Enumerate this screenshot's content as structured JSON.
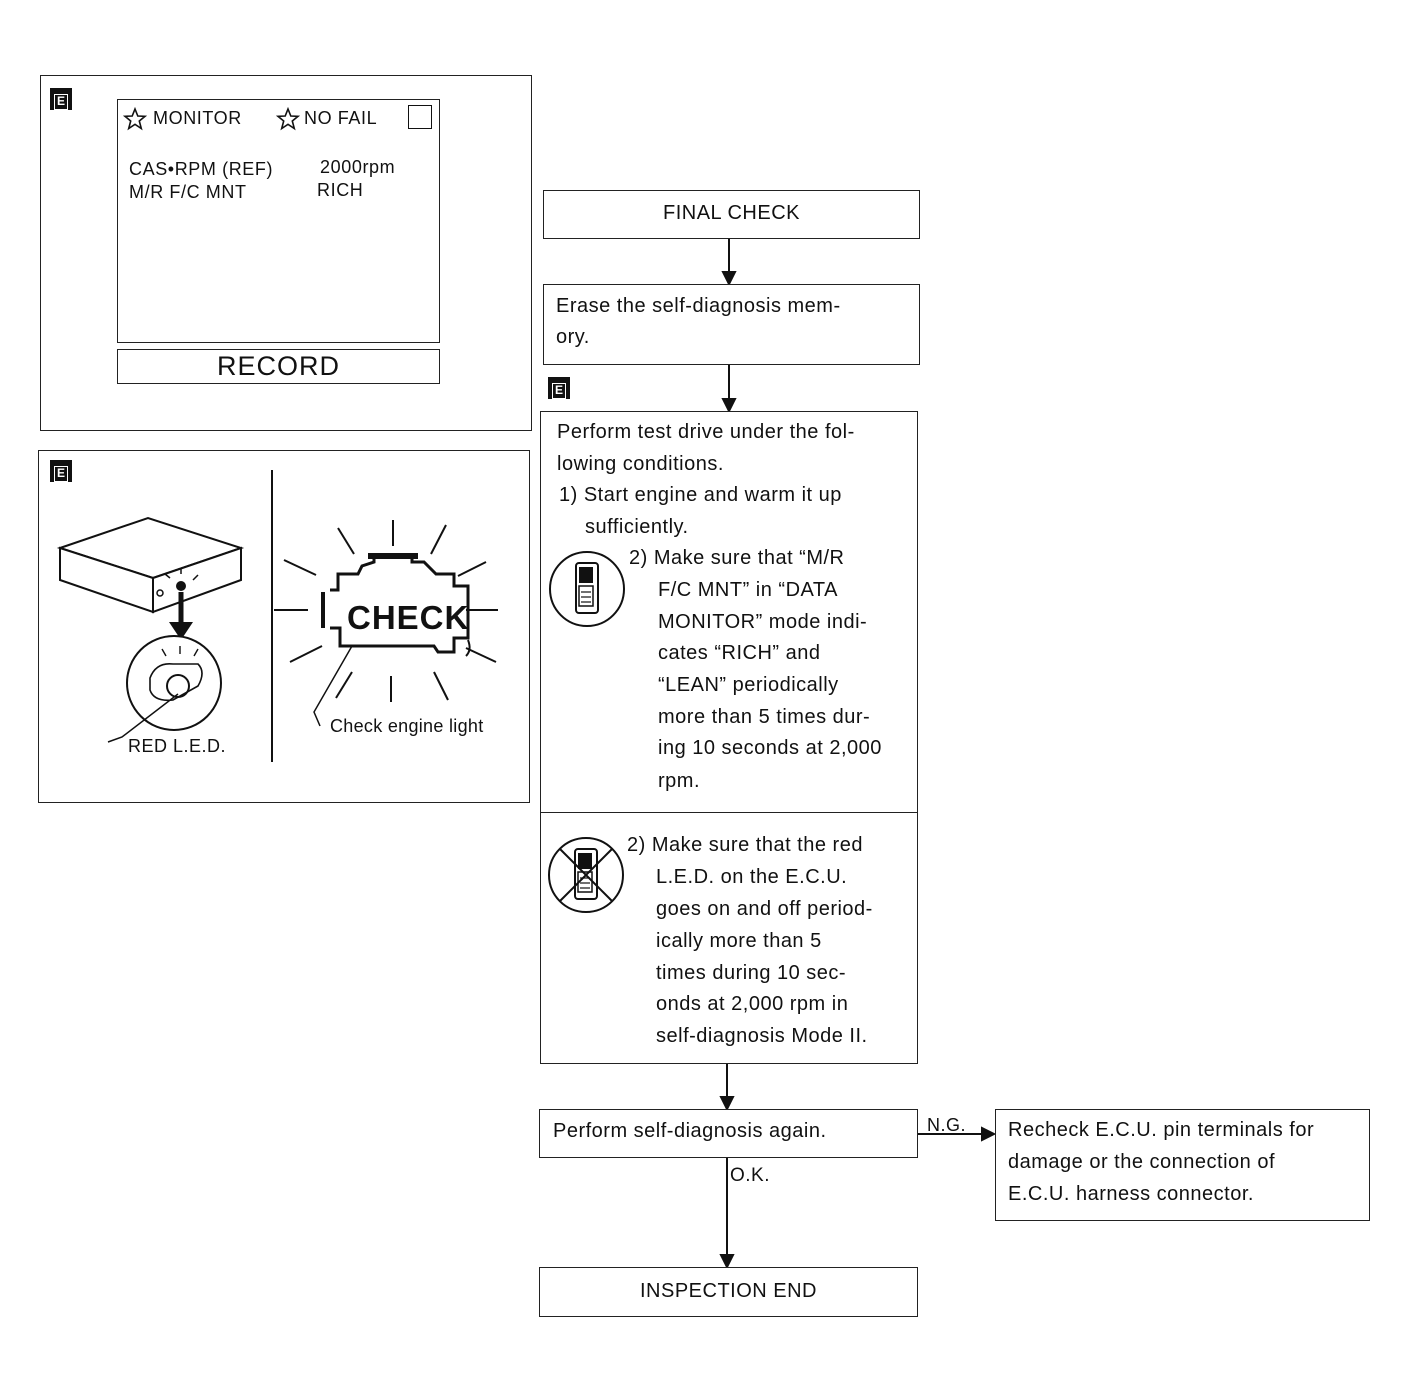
{
  "badge_letter": "E",
  "monitor": {
    "header_left": "MONITOR",
    "header_right": "NO FAIL",
    "rows": [
      {
        "label": "CAS•RPM (REF)",
        "value": "2000rpm"
      },
      {
        "label": "M/R F/C MNT",
        "value": "RICH"
      }
    ],
    "record_label": "RECORD"
  },
  "illustration": {
    "check_text": "CHECK",
    "led_label": "RED L.E.D.",
    "engine_label": "Check engine light"
  },
  "flow": {
    "final_check": "FINAL CHECK",
    "erase": [
      "Erase the self-diagnosis mem-",
      "ory."
    ],
    "test_drive": {
      "intro": [
        "Perform test drive under the fol-",
        "lowing conditions."
      ],
      "step1": [
        "1) Start engine and warm it up",
        "sufficiently."
      ],
      "step2_consult": [
        "2) Make sure that “M/R",
        "F/C MNT” in “DATA",
        "MONITOR” mode indi-",
        "cates “RICH” and",
        "“LEAN” periodically",
        "more than 5 times dur-",
        "ing 10 seconds at 2,000",
        "rpm."
      ],
      "step2_no_consult": [
        "2) Make sure that the red",
        "L.E.D. on the E.C.U.",
        "goes on and off period-",
        "ically more than 5",
        "times during 10 sec-",
        "onds at 2,000 rpm in",
        "self-diagnosis Mode II."
      ]
    },
    "self_diag": "Perform self-diagnosis again.",
    "ng_label": "N.G.",
    "ok_label": "O.K.",
    "recheck": [
      "Recheck E.C.U. pin terminals for",
      "damage or the connection of",
      "E.C.U. harness connector."
    ],
    "end": "INSPECTION END"
  }
}
